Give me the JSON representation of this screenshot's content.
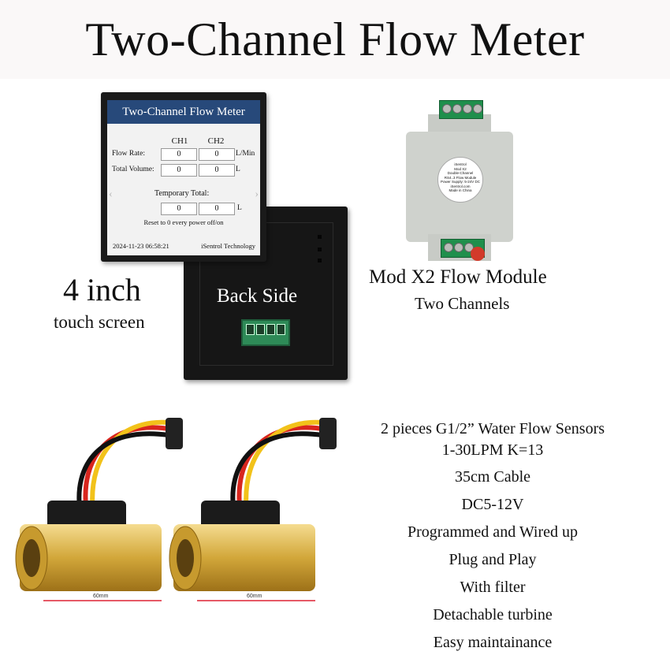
{
  "title": "Two-Channel Flow Meter",
  "screen": {
    "title": "Two-Channel Flow Meter",
    "col1": "CH1",
    "col2": "CH2",
    "flow_rate_label": "Flow Rate:",
    "flow_rate_ch1": "0",
    "flow_rate_ch2": "0",
    "flow_rate_unit": "L/Min",
    "total_volume_label": "Total Volume:",
    "total_volume_ch1": "0",
    "total_volume_ch2": "0",
    "total_volume_unit": "L",
    "temporary_total_label": "Temporary Total:",
    "temporary_ch1": "0",
    "temporary_ch2": "0",
    "temporary_unit": "L",
    "reset_note": "Reset to 0 every power off/on",
    "datetime": "2024-11-23 06:58:21",
    "brand": "iSentrol Technology"
  },
  "screen_caption": {
    "size": "4 inch",
    "type": "touch screen"
  },
  "back_label": "Back Side",
  "module_label": {
    "brand": "iSentrol",
    "model": "Mod X2",
    "line1": "Double-Channel",
    "line2": "RS4..3 Flow Module",
    "power": "Power Supply: 5-24V DC",
    "site": "iSentrol.com",
    "origin": "Made in China"
  },
  "module": {
    "name": "Mod X2 Flow Module",
    "subtitle": "Two Channels"
  },
  "specs": [
    "2 pieces G1/2” Water Flow Sensors",
    "1-30LPM K=13",
    "35cm Cable",
    "DC5-12V",
    "Programmed and Wired up",
    "Plug and Play",
    "With filter",
    "Detachable turbine",
    "Easy maintainance"
  ],
  "sensor_dims": {
    "length": "60mm",
    "diameter": "G1/2"
  },
  "colors": {
    "screen_titlebar": "#27497a",
    "terminal_green": "#1f8f4c",
    "brass": "#d4a93a",
    "wire_red": "#d8261e",
    "wire_yellow": "#f2c21a",
    "wire_black": "#111111"
  }
}
